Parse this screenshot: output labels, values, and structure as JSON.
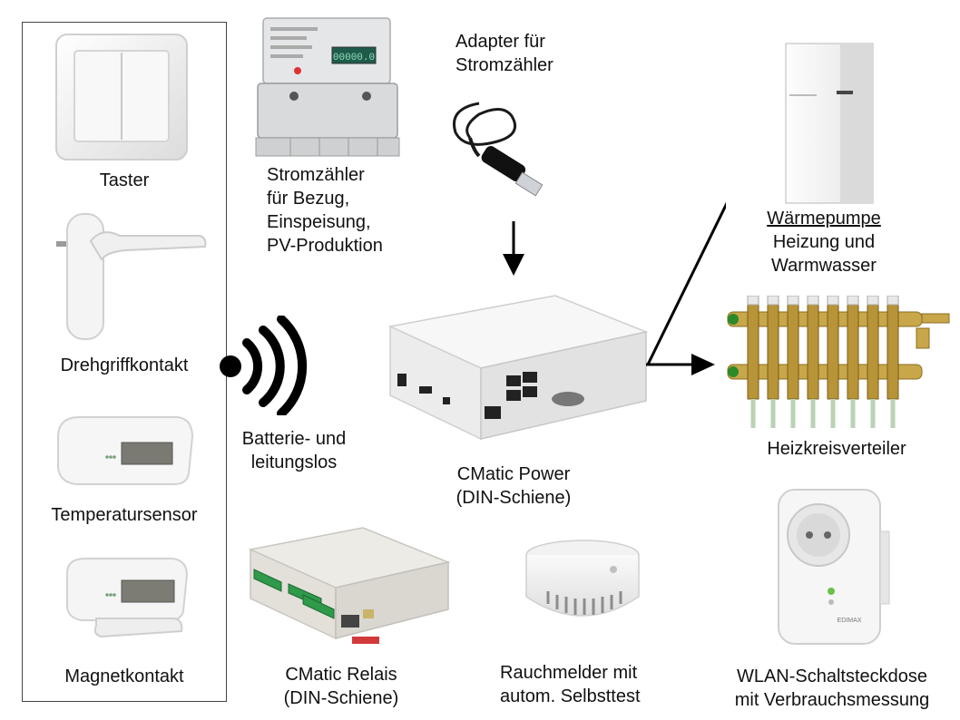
{
  "sensors": {
    "taster": "Taster",
    "drehgriff": "Drehgriffkontakt",
    "temperatur": "Temperatursensor",
    "magnet": "Magnetkontakt"
  },
  "meter": {
    "line1": "Stromzähler",
    "line2": "für Bezug,",
    "line3": "Einspeisung,",
    "line4": "PV-Produktion",
    "display": "00000.0"
  },
  "adapter": {
    "line1": "Adapter für",
    "line2": "Stromzähler"
  },
  "wireless": {
    "line1": "Batterie- und",
    "line2": "leitungslos"
  },
  "controller": {
    "line1": "CMatic Power",
    "line2": "(DIN-Schiene)"
  },
  "heatpump": {
    "title": "Wärmepumpe",
    "line2": "Heizung und",
    "line3": "Warmwasser"
  },
  "manifold": {
    "label": "Heizkreisverteiler"
  },
  "relay": {
    "line1": "CMatic Relais",
    "line2": "(DIN-Schiene)"
  },
  "smoke": {
    "line1": "Rauchmelder mit",
    "line2": "autom. Selbsttest"
  },
  "plug": {
    "line1": "WLAN-Schaltsteckdose",
    "line2": "mit Verbrauchsmessung",
    "brand": "EDIMAX"
  },
  "colors": {
    "arrow": "#000000",
    "device_white": "#f2f2f2",
    "terminal_green": "#2e9a4a",
    "brass": "#c8a64a"
  }
}
